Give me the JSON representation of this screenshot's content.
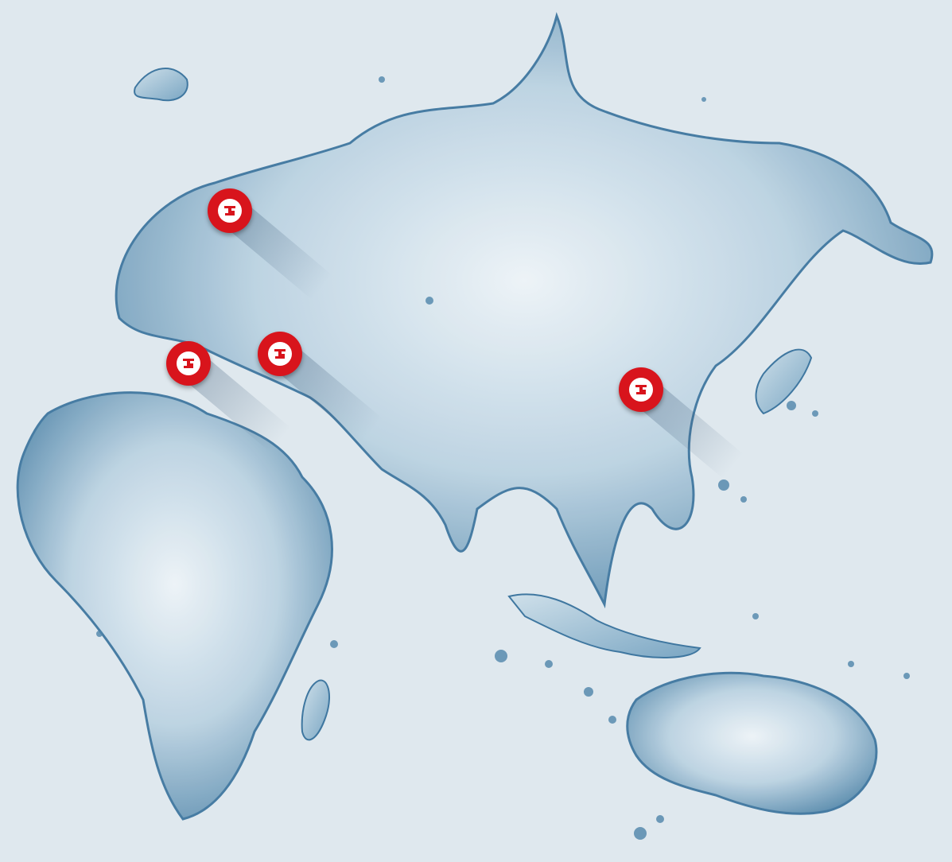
{
  "map": {
    "background_color": "#dfe8ee",
    "water_color": "#2f6f99",
    "marker_color": "#d8141c",
    "marker_icon": "tc-logo-icon",
    "markers": [
      {
        "id": "europe-north",
        "icon": "tc-logo-icon"
      },
      {
        "id": "europe-southwest",
        "icon": "tc-logo-icon"
      },
      {
        "id": "europe-southeast",
        "icon": "tc-logo-icon"
      },
      {
        "id": "east-asia",
        "icon": "tc-logo-icon"
      }
    ]
  }
}
